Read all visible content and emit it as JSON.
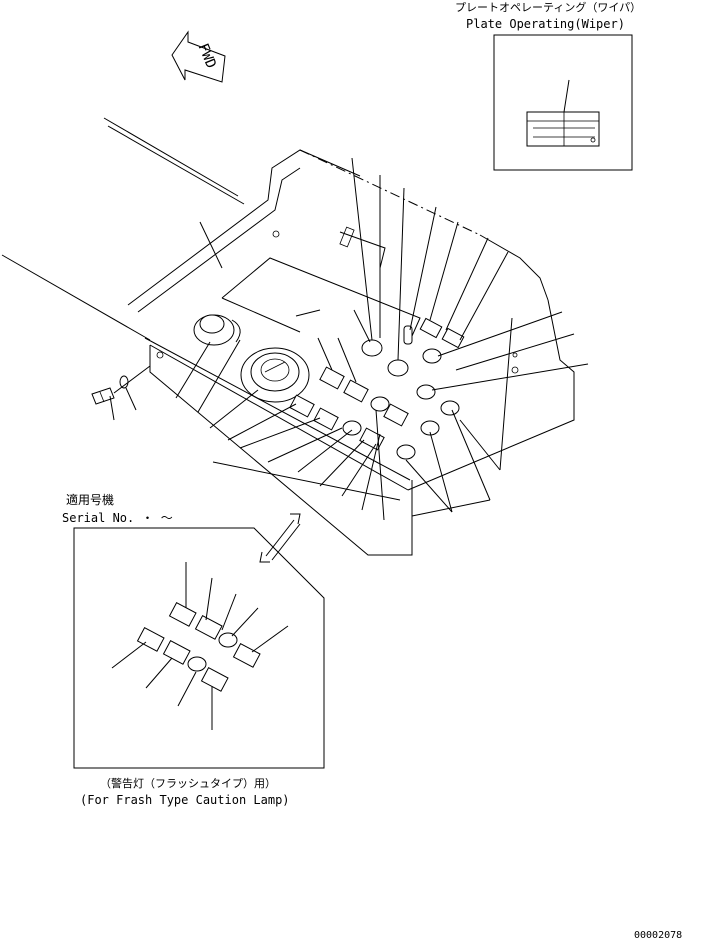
{
  "labels": {
    "plate_jp": "プレートオペレーティング（ワイパ）",
    "plate_en": "Plate Operating(Wiper)",
    "fwd": "FWD",
    "serial_jp": "適用号機",
    "serial_en": "Serial No.  ・ 〜",
    "caution_jp": "（警告灯（フラッシュタイプ）用）",
    "caution_en": "(For Frash Type Caution Lamp)",
    "drawing_no": "00002078"
  }
}
